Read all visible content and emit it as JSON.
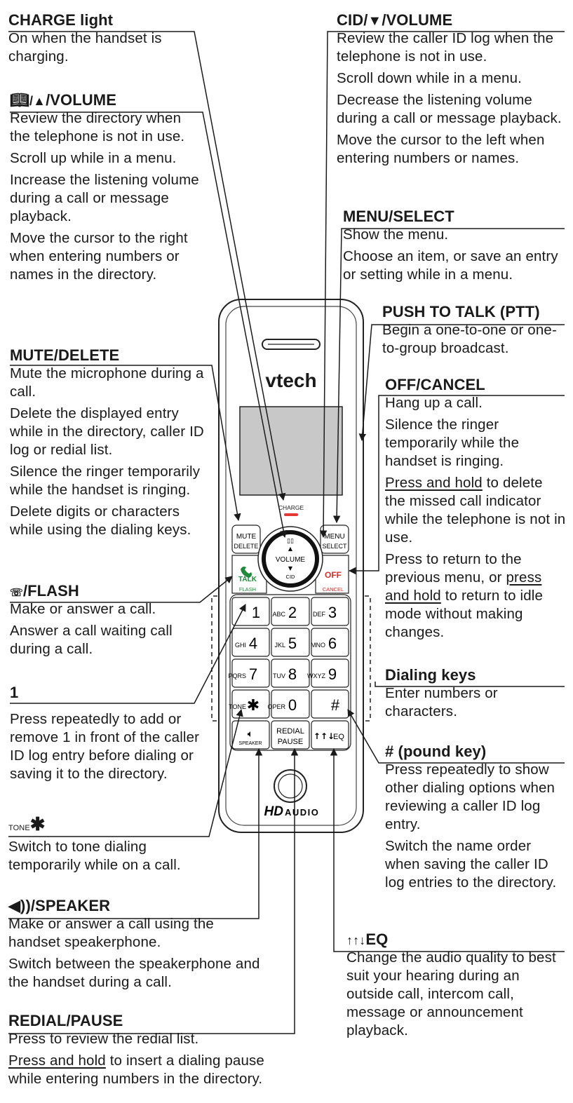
{
  "sections": {
    "charge": {
      "title": "CHARGE light",
      "lines": [
        "On when the handset is charging."
      ]
    },
    "dir_up": {
      "title_rest": "/VOLUME",
      "lines": [
        "Review the directory when the telephone is not in use.",
        "Scroll up while in a menu.",
        "Increase the listening volume during a call or message playback.",
        "Move the cursor to the right when entering numbers or names in the directory."
      ]
    },
    "mute": {
      "title": "MUTE/DELETE",
      "lines": [
        "Mute the microphone during a call.",
        "Delete the displayed entry while in the directory, caller ID log or redial list.",
        "Silence the ringer temporarily while the handset is ringing.",
        "Delete digits or characters while using the dialing keys."
      ]
    },
    "flash": {
      "title_rest": "/FLASH",
      "lines": [
        "Make or answer a call.",
        "Answer a call waiting call during a call."
      ]
    },
    "one": {
      "title": "1",
      "lines": [
        "Press repeatedly to add or remove 1 in front of the caller ID log entry before dialing or saving it to the directory."
      ]
    },
    "tone": {
      "title_small": "TONE",
      "lines": [
        "Switch to tone dialing temporarily while on a call."
      ]
    },
    "speaker": {
      "title_rest": "/SPEAKER",
      "lines": [
        "Make or answer a call using the handset speakerphone.",
        "Switch between the speakerphone and the handset during a call."
      ]
    },
    "redial": {
      "title": "REDIAL/PAUSE",
      "line1": "Press to review the redial list.",
      "line2_u": "Press and hold",
      "line2_rest": " to insert a dialing pause while entering numbers in the directory."
    },
    "cid": {
      "title_a": "CID/",
      "title_b": "/VOLUME",
      "lines": [
        "Review the caller ID log when the telephone is not in use.",
        "Scroll down while in a menu.",
        "Decrease the listening volume during a call or message playback.",
        "Move the cursor to the left when entering numbers or names."
      ]
    },
    "menu": {
      "title": "MENU/SELECT",
      "lines": [
        "Show the menu.",
        "Choose an item, or save an entry or setting while in a menu."
      ]
    },
    "ptt": {
      "title": "PUSH TO TALK (PTT)",
      "lines": [
        "Begin a one-to-one or one-to-group broadcast."
      ]
    },
    "off": {
      "title": "OFF/CANCEL",
      "l1": "Hang up a call.",
      "l2": "Silence the ringer temporarily while the handset is ringing.",
      "l3_u": "Press and hold",
      "l3_rest": " to delete the missed call indicator while the telephone is not in use.",
      "l4_a": "Press to return to the previous menu, or ",
      "l4_u": "press and hold",
      "l4_rest": " to return to idle mode without making changes."
    },
    "dial": {
      "title": "Dialing keys",
      "lines": [
        "Enter numbers or characters."
      ]
    },
    "pound": {
      "title": "# (pound key)",
      "lines": [
        "Press repeatedly to show other dialing options when reviewing a caller ID log entry.",
        "Switch the name order when saving the caller ID log entries to the directory."
      ]
    },
    "eq": {
      "title_rest": "EQ",
      "lines": [
        "Change the audio quality to best suit your hearing during an outside call, intercom call, message or announcement playback."
      ]
    }
  },
  "phone": {
    "brand": "vtech",
    "charge": "CHARGE",
    "mute": "MUTE",
    "delete": "DELETE",
    "menu": "MENU",
    "select": "SELECT",
    "volume": "VOLUME",
    "cid": "CID",
    "talk": "TALK",
    "flash": "FLASH",
    "off": "OFF",
    "cancel": "CANCEL",
    "keys": [
      {
        "sub": "",
        "main": "1"
      },
      {
        "sub": "ABC",
        "main": "2"
      },
      {
        "sub": "DEF",
        "main": "3"
      },
      {
        "sub": "GHI",
        "main": "4"
      },
      {
        "sub": "JKL",
        "main": "5"
      },
      {
        "sub": "MNO",
        "main": "6"
      },
      {
        "sub": "PQRS",
        "main": "7"
      },
      {
        "sub": "TUV",
        "main": "8"
      },
      {
        "sub": "WXYZ",
        "main": "9"
      },
      {
        "sub": "TONE",
        "main": "✱"
      },
      {
        "sub": "OPER",
        "main": "0"
      },
      {
        "sub": "",
        "main": "#"
      }
    ],
    "speaker": "SPEAKER",
    "redial": "REDIAL",
    "pause": "PAUSE",
    "eq": "EQ",
    "hd": "HD",
    "audio": "AUDIO"
  },
  "colors": {
    "charge_red": "#e53935",
    "talk_green": "#1e8a3a",
    "off_red": "#d32f2f"
  }
}
